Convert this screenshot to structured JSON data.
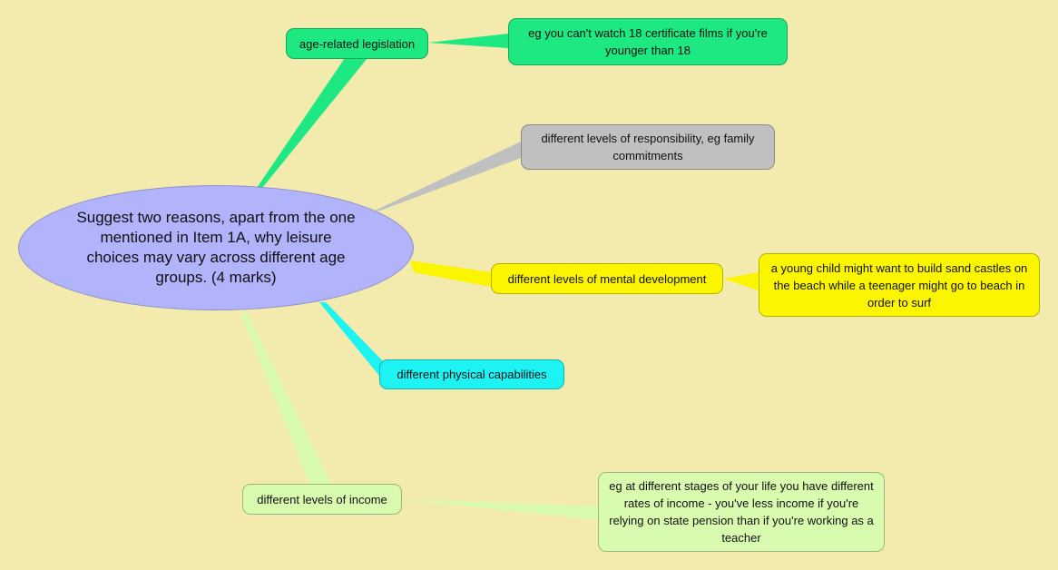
{
  "root": {
    "text": "Suggest two reasons, apart from the one mentioned in Item 1A, why leisure choices may vary across different age groups. (4 marks)",
    "color": "#b1b3fb"
  },
  "branches": [
    {
      "label": "age-related legislation",
      "color": "#1ee882",
      "detail": "eg you can't watch 18 certificate films if you're younger than 18"
    },
    {
      "label": "different levels of responsibility, eg family commitments",
      "color": "#c0c0c0"
    },
    {
      "label": "different levels of mental development",
      "color": "#fbf500",
      "detail": "a young child might want to build sand castles on the beach while a teenager might go to beach in order to surf"
    },
    {
      "label": "different physical capabilities",
      "color": "#1ef3f3"
    },
    {
      "label": "different levels of income",
      "color": "#d9fbb0",
      "detail": "eg at different stages of your life you have different rates of income - you've less income if you're relying on state pension than if you're working as a teacher"
    }
  ]
}
